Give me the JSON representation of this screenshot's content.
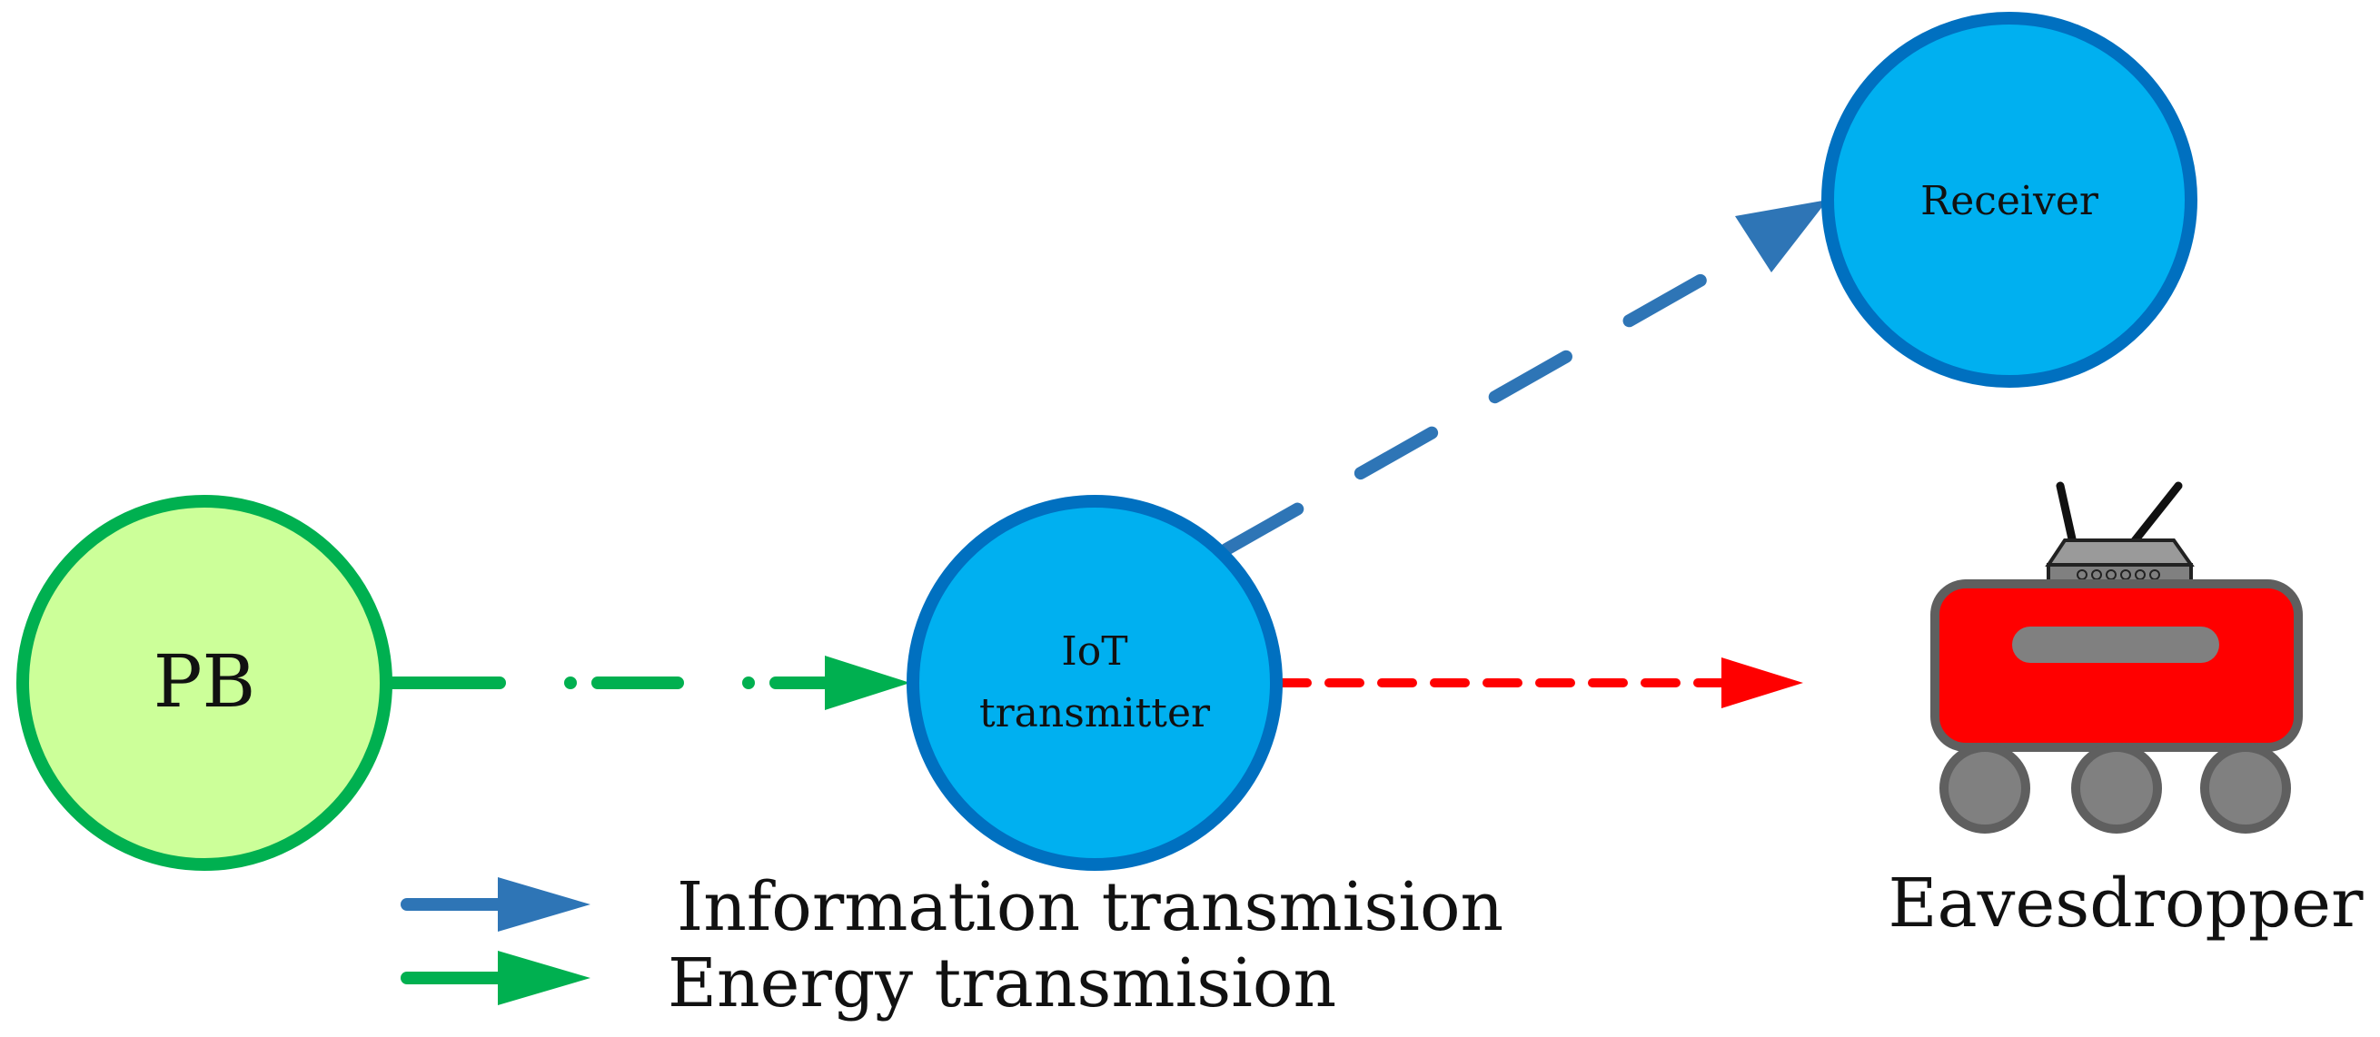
{
  "diagram": {
    "nodes": {
      "pb": {
        "label": "PB"
      },
      "iot": {
        "label_line1": "IoT",
        "label_line2": "transmitter"
      },
      "receiver": {
        "label": "Receiver"
      },
      "eavesdropper": {
        "label": "Eavesdropper"
      }
    },
    "legend": {
      "information": "Information transmision",
      "energy": "Energy transmision"
    }
  },
  "colors": {
    "pb_fill": "#ccff99",
    "pb_stroke": "#00b050",
    "node_fill": "#00b0f0",
    "node_stroke": "#0070c0",
    "info_arrow": "#2e75b6",
    "energy_arrow": "#00b050",
    "eavesdrop_arrow": "#ff0000",
    "robot_body": "#ff0000",
    "robot_gray": "#808080",
    "robot_outline": "#5f5f5f"
  }
}
